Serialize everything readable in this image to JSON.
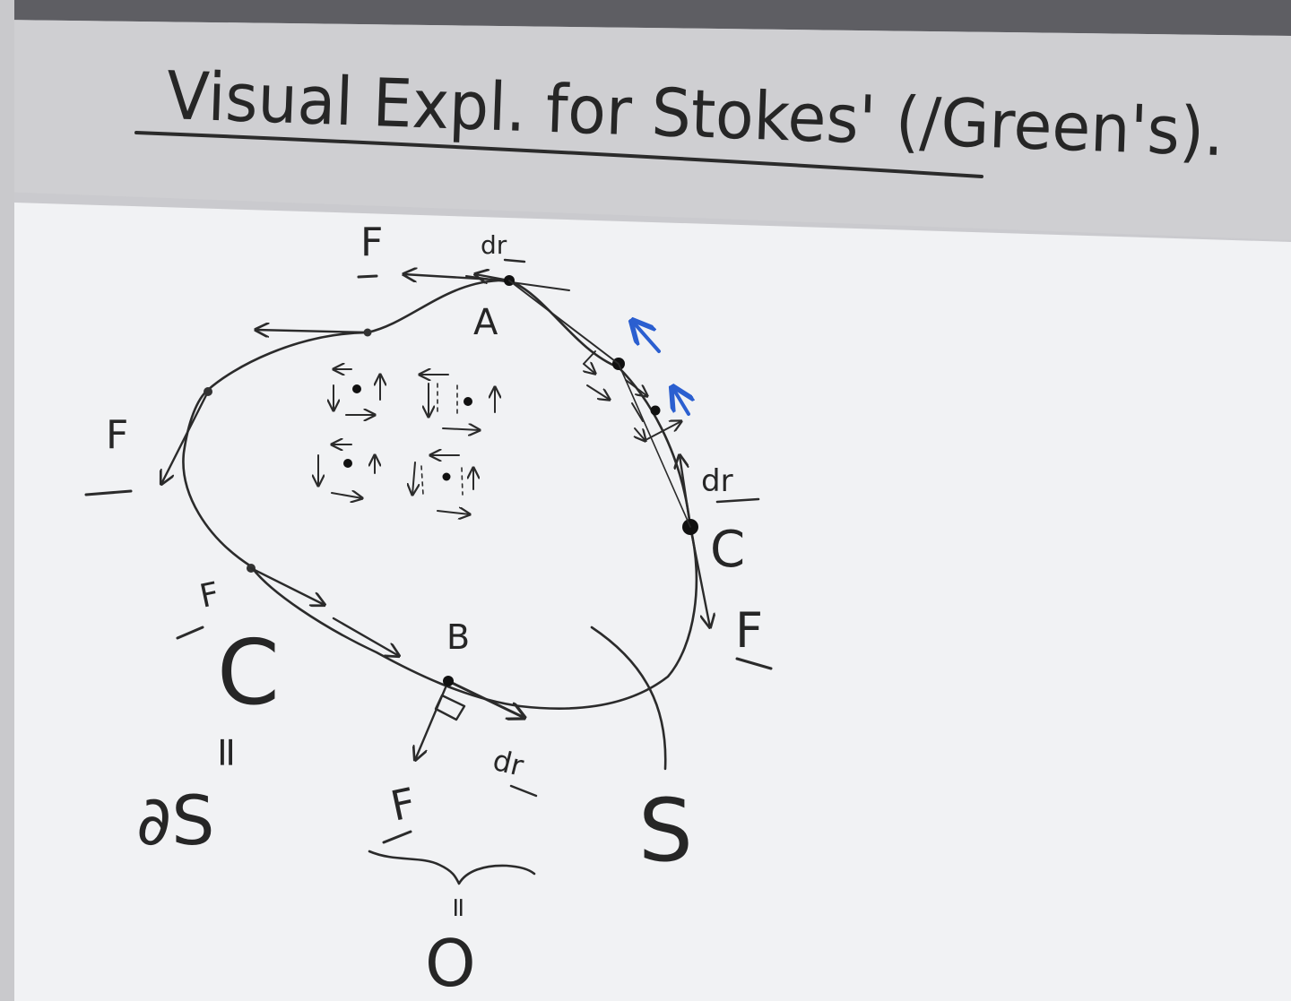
{
  "title": "Visual Expl. for Stokes' (/Green's).",
  "labels": {
    "point_a": "A",
    "point_b": "B",
    "point_c": "C",
    "f_top": "F",
    "f_left": "F",
    "f_lower_left": "F",
    "f_bottom": "F",
    "f_right": "F",
    "dr_top": "dr",
    "dr_right": "dr",
    "dr_bottom": "dr",
    "curve_c": "C",
    "equals_c": "=",
    "boundary": "∂S",
    "surface": "S",
    "brace_equals": "=",
    "zero": "O"
  },
  "colors": {
    "ink": "#2b2b2b",
    "blue_ink": "#2b5fd0",
    "board": "#f2f3f5",
    "frame": "#d3d3d6",
    "top_strip": "#5e5e63"
  }
}
